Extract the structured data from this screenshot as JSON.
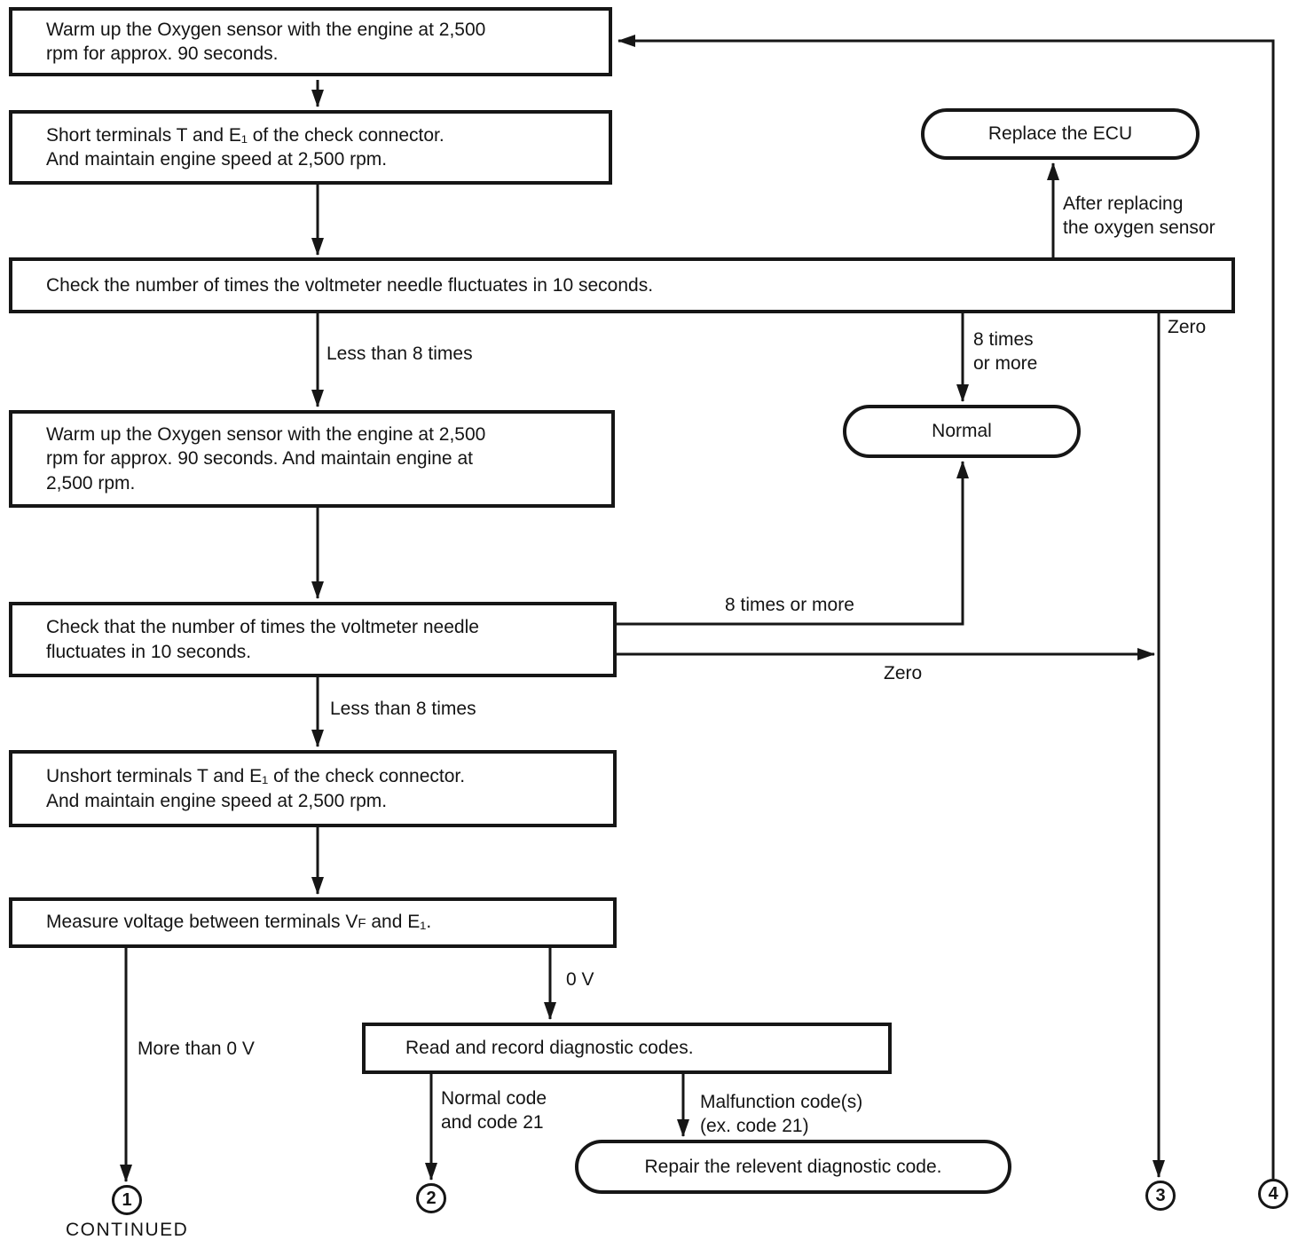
{
  "boxes": {
    "warmup_initial": {
      "line1": "Warm up the Oxygen sensor with the engine at 2,500",
      "line2": "rpm for approx. 90 seconds."
    },
    "short_terminals": {
      "line1": "Short terminals T and E₁  of the check connector.",
      "line2": "And maintain engine speed at 2,500 rpm."
    },
    "check_fluctuation_1": {
      "line1": "Check the number of times the voltmeter needle fluctuates in 10 seconds."
    },
    "warmup_maintain": {
      "line1": "Warm up the Oxygen sensor with the engine at 2,500",
      "line2": "rpm for approx. 90 seconds.  And maintain engine at",
      "line3": "2,500 rpm."
    },
    "check_fluctuation_2": {
      "line1": "Check that the number of times the voltmeter needle",
      "line2": "fluctuates in 10 seconds."
    },
    "unshort_terminals": {
      "line1": "Unshort terminals T and E₁  of the check connector.",
      "line2": "And maintain engine speed at 2,500 rpm."
    },
    "measure_voltage": {
      "part1": "Measure voltage between terminals V",
      "sub_f": "F",
      "part2": " and E₁."
    },
    "read_codes": {
      "line1": "Read and record diagnostic codes."
    }
  },
  "terminals": {
    "replace_ecu": "Replace the ECU",
    "normal": "Normal",
    "repair_code": "Repair the relevent diagnostic code."
  },
  "edge_labels": {
    "less_than_8_first": "Less than 8 times",
    "eight_times_line1": "8 times",
    "eight_times_line2": "or more",
    "zero_first": "Zero",
    "after_replacing_line1": "After replacing",
    "after_replacing_line2": "the oxygen sensor",
    "eight_times_or_more": "8 times or more",
    "zero_second": "Zero",
    "less_than_8_second": "Less than 8 times",
    "more_than_0v": "More than 0 V",
    "zero_volts": "0 V",
    "normal_code_line1": "Normal code",
    "normal_code_line2": "and code 21",
    "malfunction_line1": "Malfunction code(s)",
    "malfunction_line2": "(ex. code 21)"
  },
  "connectors": {
    "c1": "1",
    "c2": "2",
    "c3": "3",
    "c4": "4"
  },
  "footer": "CONTINUED",
  "colors": {
    "ink": "#161616",
    "background": "#ffffff"
  }
}
